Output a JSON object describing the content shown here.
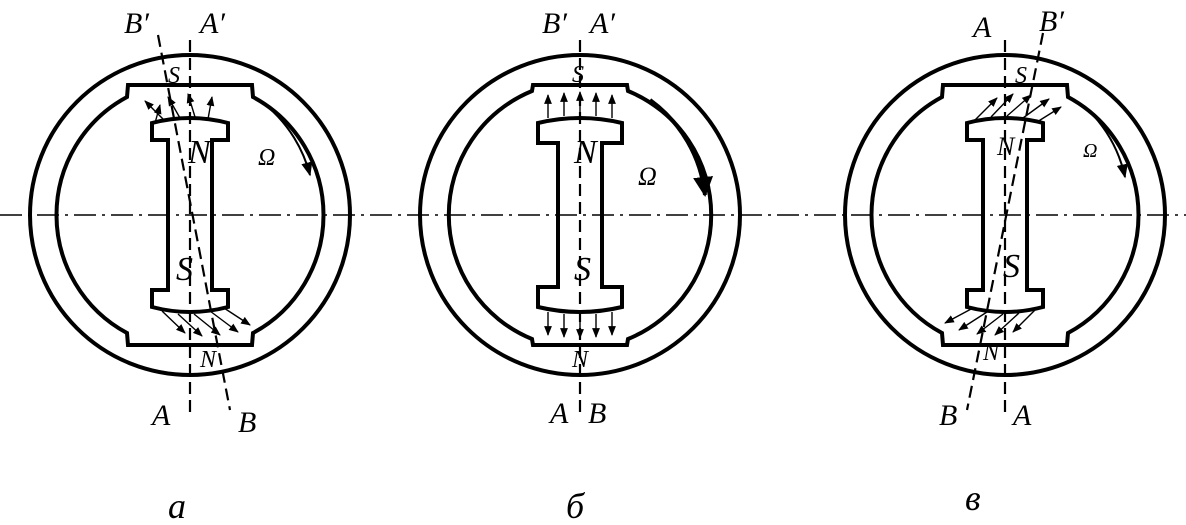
{
  "panels": [
    {
      "caption": "а",
      "omega_label": "Ω",
      "labels": {
        "axis_a_top": "A′",
        "axis_b_top": "B′",
        "axis_a_bottom": "A",
        "axis_b_bottom": "B",
        "rotor_top": "N",
        "rotor_bottom": "S",
        "stator_top": "S",
        "stator_bottom": "N"
      }
    },
    {
      "caption": "б",
      "omega_label": "Ω",
      "labels": {
        "axis_a_top": "A′",
        "axis_b_top": "B′",
        "axis_a_bottom": "A",
        "axis_b_bottom": "B",
        "rotor_top": "N",
        "rotor_bottom": "S",
        "stator_top": "S",
        "stator_bottom": "N"
      }
    },
    {
      "caption": "в",
      "omega_label": "Ω",
      "labels": {
        "axis_a_top": "A",
        "axis_b_top": "B′",
        "axis_a_bottom": "A",
        "axis_b_bottom": "B",
        "rotor_top": "N",
        "rotor_bottom": "S",
        "stator_top": "S",
        "stator_bottom": "N"
      }
    }
  ],
  "colors": {
    "ink": "#000000",
    "background": "#ffffff"
  }
}
